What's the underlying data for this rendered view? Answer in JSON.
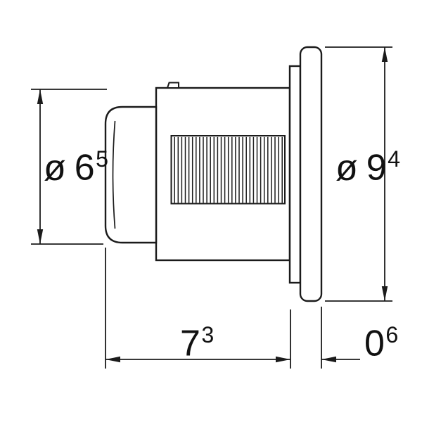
{
  "drawing": {
    "background": "#ffffff",
    "line_color": "#1b1b1b",
    "labels": {
      "button_diameter": {
        "prefix": "ø",
        "value": "6",
        "superscript": "5"
      },
      "plate_diameter": {
        "prefix": "ø",
        "value": "9",
        "superscript": "4"
      },
      "installation_depth": {
        "value": "7",
        "superscript": "3"
      },
      "plate_protrusion": {
        "value": "0",
        "superscript": "6"
      }
    }
  }
}
